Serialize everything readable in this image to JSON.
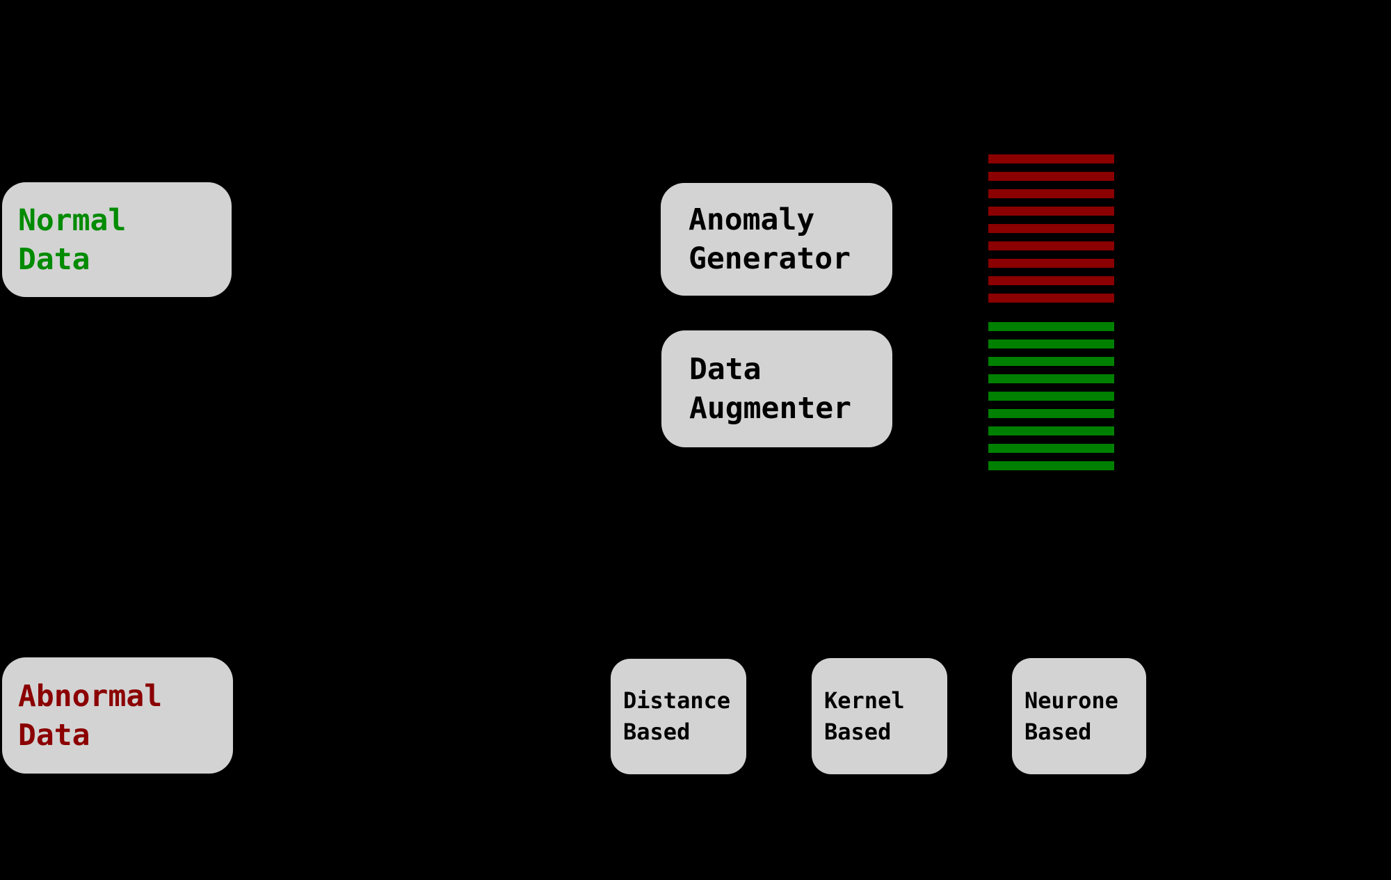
{
  "diagram": {
    "background_color": "#000000",
    "node_fill_color": "#d3d3d3",
    "nodes": {
      "normal_data": {
        "label_line1": "Normal",
        "label_line2": "Data",
        "text_color": "#008b00"
      },
      "abnormal_data": {
        "label_line1": "Abnormal",
        "label_line2": "Data",
        "text_color": "#8b0000"
      },
      "anomaly_generator": {
        "label_line1": "Anomaly",
        "label_line2": "Generator",
        "text_color": "#000000"
      },
      "data_augmenter": {
        "label_line1": "Data",
        "label_line2": "Augmenter",
        "text_color": "#000000"
      },
      "distance_based": {
        "label_line1": "Distance",
        "label_line2": "Based",
        "text_color": "#000000"
      },
      "kernel_based": {
        "label_line1": "Kernel",
        "label_line2": "Based",
        "text_color": "#000000"
      },
      "neurone_based": {
        "label_line1": "Neurone",
        "label_line2": "Based",
        "text_color": "#000000"
      }
    },
    "stripe_stacks": {
      "red_stack": {
        "count": 9,
        "color": "#8b0000"
      },
      "green_stack": {
        "count": 9,
        "color": "#008000"
      }
    }
  }
}
